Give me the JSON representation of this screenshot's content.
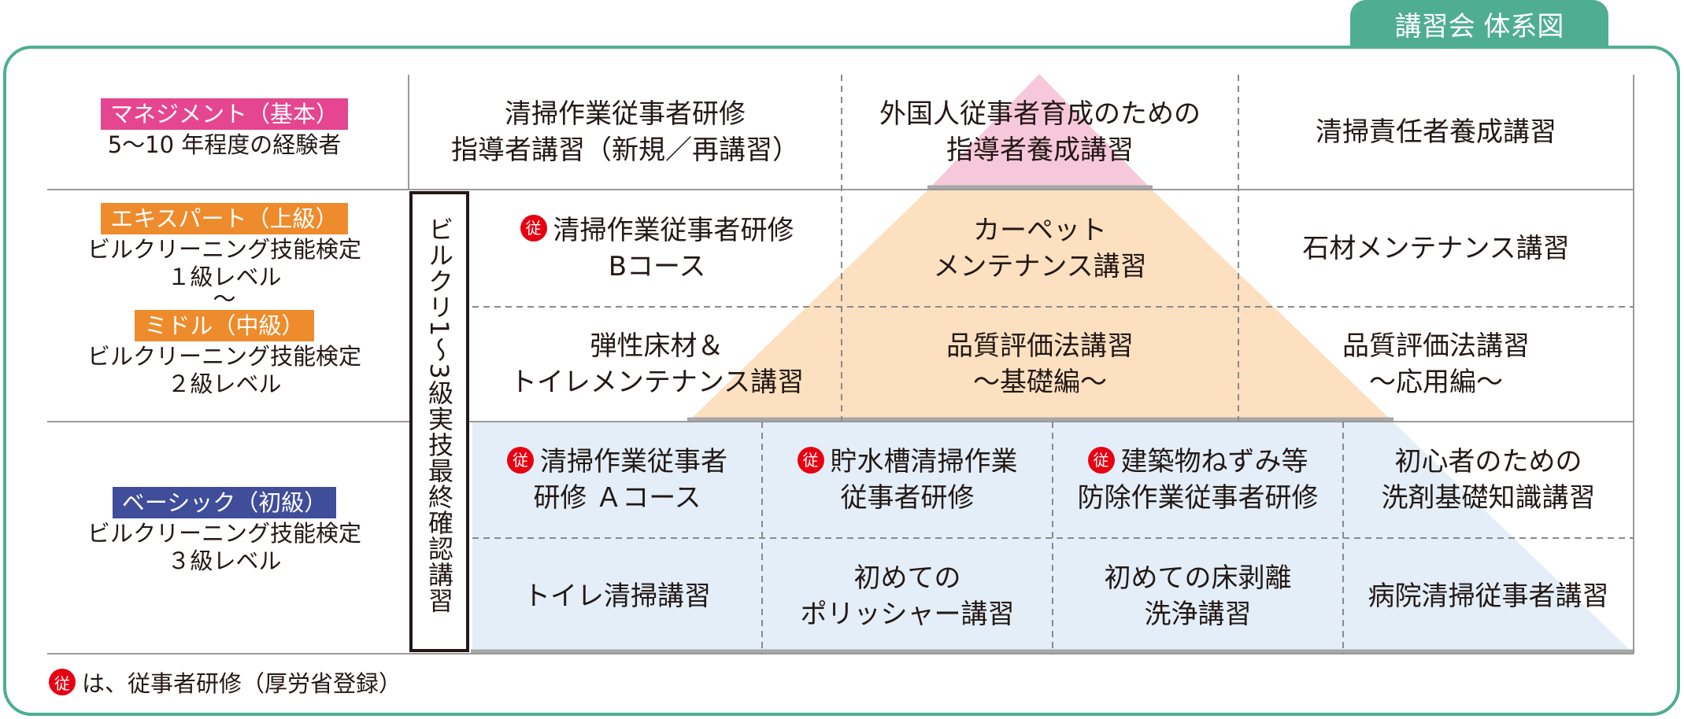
{
  "header": {
    "tab_label": "講習会 体系図"
  },
  "colors": {
    "frame": "#4fae92",
    "management": "#e5468f",
    "expert": "#ee8b2c",
    "middle": "#ee8b2c",
    "basic": "#3f4d9a",
    "pyramid_top": "#f7c8dc",
    "pyramid_mid": "#fce0c0",
    "pyramid_base": "#e3eef8",
    "mark": "#e60012"
  },
  "levels": {
    "management": {
      "badge": "マネジメント（基本）",
      "desc": "5〜10 年程度の経験者"
    },
    "expert": {
      "badge": "エキスパート（上級）",
      "desc1": "ビルクリーニング技能検定",
      "desc2": "１級レベル",
      "tilde": "〜"
    },
    "middle": {
      "badge": "ミドル（中級）",
      "desc1": "ビルクリーニング技能検定",
      "desc2": "２級レベル"
    },
    "basic": {
      "badge": "ベーシック（初級）",
      "desc1": "ビルクリーニング技能検定",
      "desc2": "３級レベル"
    }
  },
  "vertical_box": {
    "label": "ビルクリ1〜3級実技最終確認講習"
  },
  "mark_char": "従",
  "courses": {
    "r1c1": {
      "l1": "清掃作業従事者研修",
      "l2": "指導者講習（新規／再講習）"
    },
    "r1c2": {
      "l1": "外国人従事者育成のための",
      "l2": "指導者養成講習"
    },
    "r1c3": {
      "l1": "清掃責任者養成講習"
    },
    "r2c1": {
      "l1": "清掃作業従事者研修",
      "l2": "Bコース"
    },
    "r2c2": {
      "l1": "カーペット",
      "l2": "メンテナンス講習"
    },
    "r2c3": {
      "l1": "石材メンテナンス講習"
    },
    "r3c1": {
      "l1": "弾性床材＆",
      "l2": "トイレメンテナンス講習"
    },
    "r3c2": {
      "l1": "品質評価法講習",
      "l2": "〜基礎編〜"
    },
    "r3c3": {
      "l1": "品質評価法講習",
      "l2": "〜応用編〜"
    },
    "r4c1": {
      "l1": "清掃作業従事者",
      "l2": "研修 Ａコース"
    },
    "r4c2": {
      "l1": "貯水槽清掃作業",
      "l2": "従事者研修"
    },
    "r4c3": {
      "l1": "建築物ねずみ等",
      "l2": "防除作業従事者研修"
    },
    "r4c4": {
      "l1": "初心者のための",
      "l2": "洗剤基礎知識講習"
    },
    "r5c1": {
      "l1": "トイレ清掃講習"
    },
    "r5c2": {
      "l1": "初めての",
      "l2": "ポリッシャー講習"
    },
    "r5c3": {
      "l1": "初めての床剥離",
      "l2": "洗浄講習"
    },
    "r5c4": {
      "l1": "病院清掃従事者講習"
    }
  },
  "footnote": {
    "text": "は、従事者研修（厚労省登録）"
  }
}
